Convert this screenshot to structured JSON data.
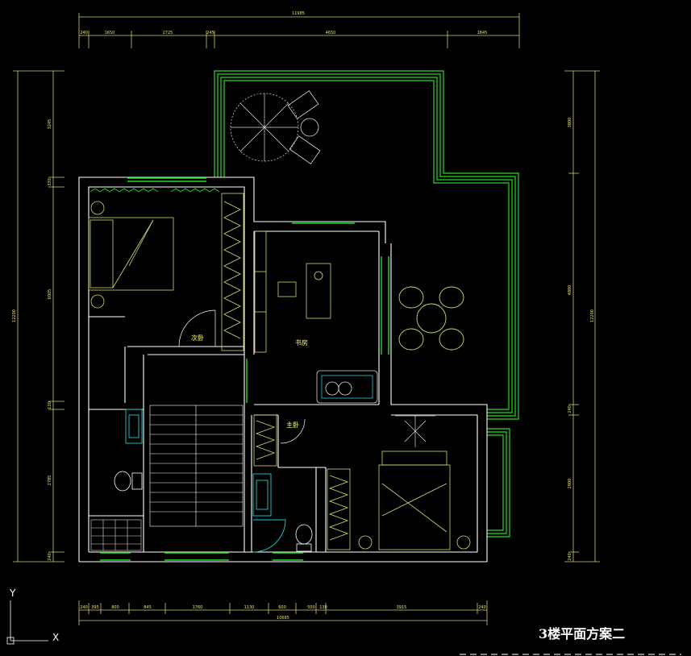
{
  "drawing": {
    "title": "3楼平面方案二",
    "rooms": {
      "second_bedroom": "次卧",
      "study": "书房",
      "master_bedroom": "主卧"
    },
    "dimensions": {
      "top_total": "11985",
      "top_segments": [
        "240",
        "1650",
        "2725",
        "245",
        "4650",
        "1845"
      ],
      "bottom_total": "10685",
      "bottom_segments": [
        "240",
        "395",
        "800",
        "845",
        "1760",
        "1130",
        "600",
        "500",
        "130",
        "3915",
        "240"
      ],
      "left_total": "12200",
      "left_segments": [
        "3245",
        "330",
        "6005",
        "130",
        "2785",
        "240"
      ],
      "right_total": "12200",
      "right_segments": [
        "3800",
        "4800",
        "240",
        "2800",
        "240"
      ]
    },
    "axis": {
      "y": "Y",
      "x": "X"
    },
    "colors": {
      "wall": "#ffffff",
      "terrace": "#22dd22",
      "furniture": "#d8d870",
      "fixture": "#22cccc",
      "dimension": "#e8e86a",
      "room_label": "#ffff66"
    }
  }
}
